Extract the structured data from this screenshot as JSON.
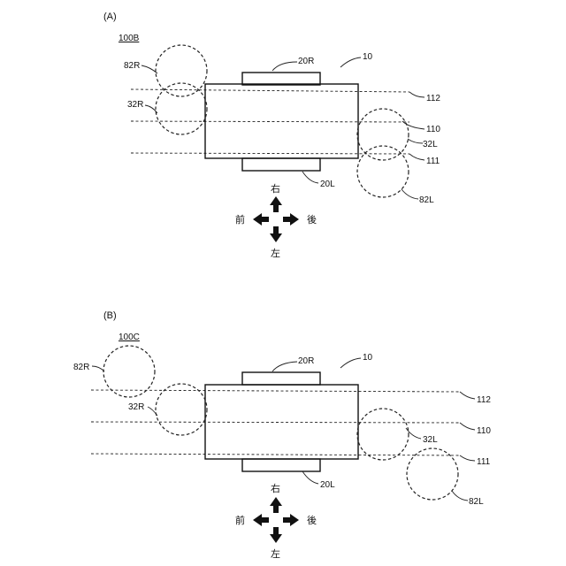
{
  "panel_a": {
    "tag": "(A)",
    "id": "100B",
    "labels": {
      "ref_10": "10",
      "ref_20R": "20R",
      "ref_20L": "20L",
      "ref_82R": "82R",
      "ref_32R": "32R",
      "ref_32L": "32L",
      "ref_82L": "82L",
      "ref_112": "112",
      "ref_110": "110",
      "ref_111": "111"
    },
    "directions": {
      "up": "右",
      "down": "左",
      "left": "前",
      "right": "後"
    }
  },
  "panel_b": {
    "tag": "(B)",
    "id": "100C",
    "labels": {
      "ref_10": "10",
      "ref_20R": "20R",
      "ref_20L": "20L",
      "ref_82R": "82R",
      "ref_32R": "32R",
      "ref_32L": "32L",
      "ref_82L": "82L",
      "ref_112": "112",
      "ref_110": "110",
      "ref_111": "111"
    },
    "directions": {
      "up": "右",
      "down": "左",
      "left": "前",
      "right": "後"
    }
  }
}
